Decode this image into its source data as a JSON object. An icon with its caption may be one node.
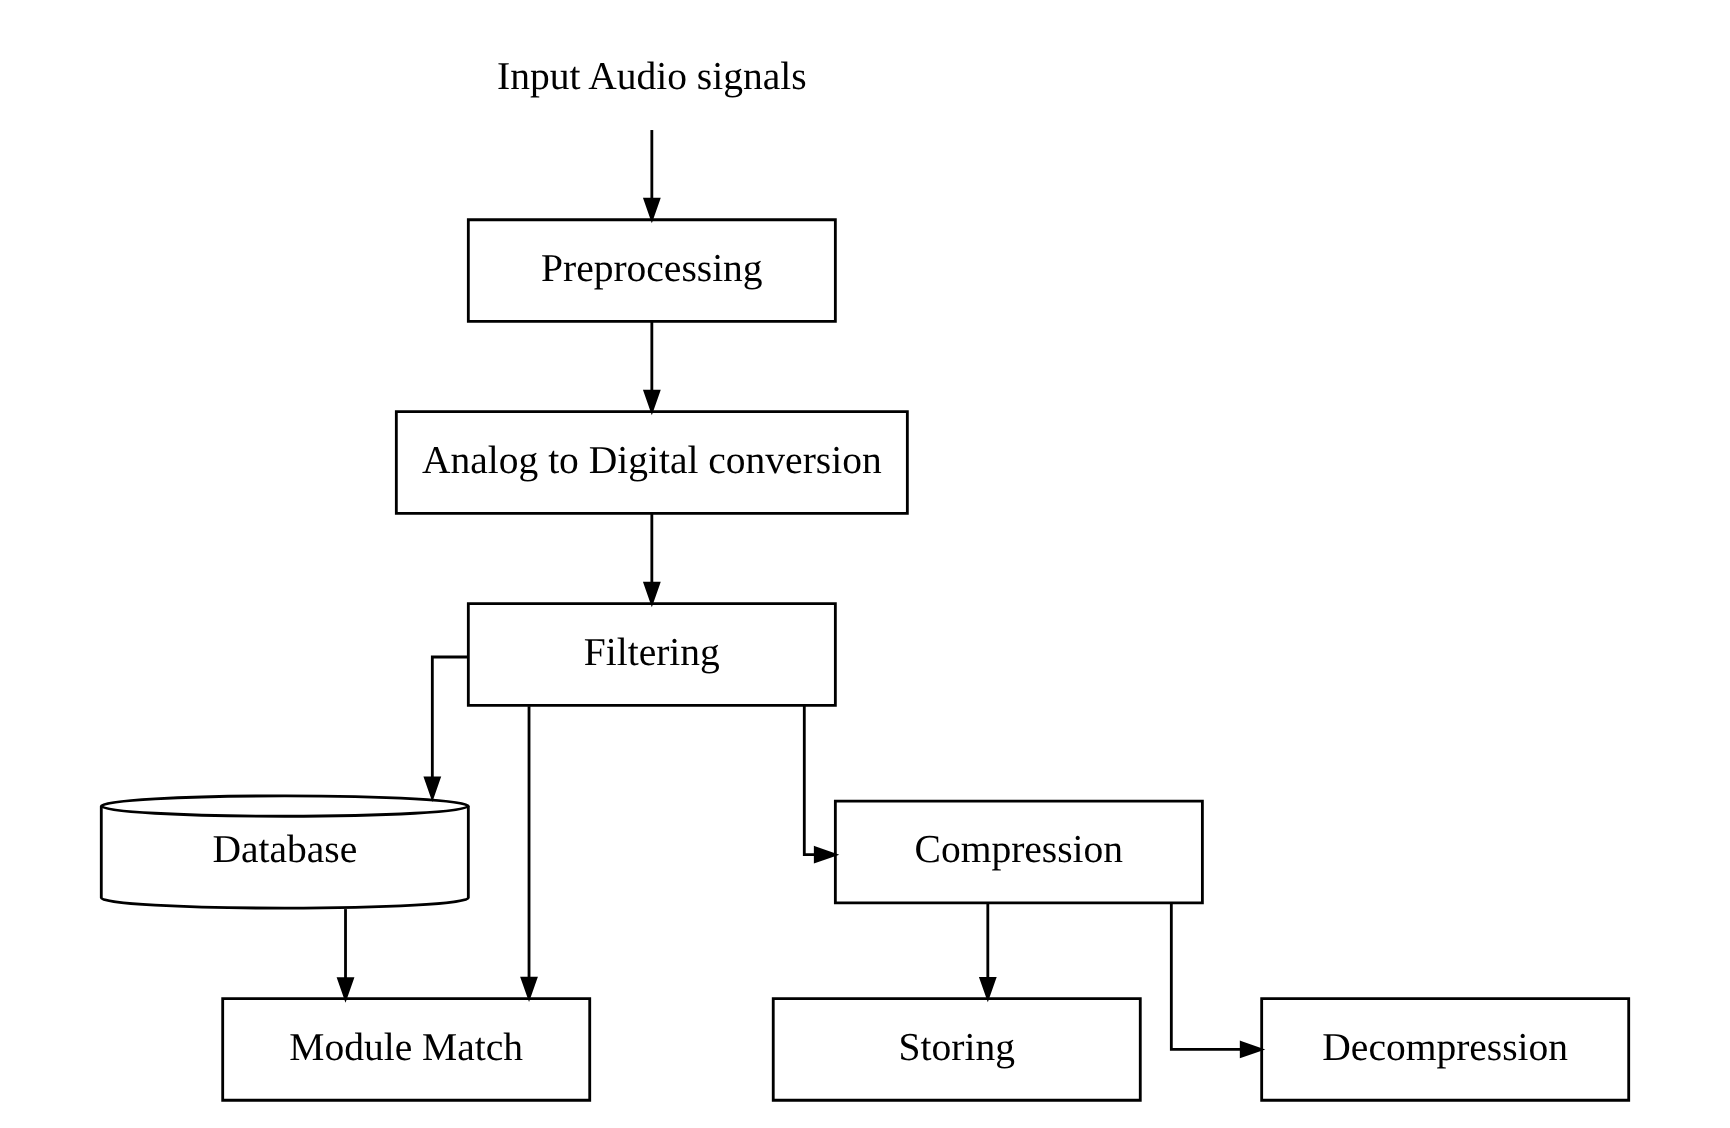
{
  "diagram": {
    "nodes": [
      {
        "text": [
          "Input Audio signals"
        ]
      },
      {
        "text": [
          "Preprocessing"
        ]
      },
      {
        "text": [
          "Analog to Digital conversion"
        ]
      },
      {
        "text": [
          "Filtering"
        ]
      },
      {
        "text": [
          "Database"
        ]
      },
      {
        "text": [
          "Compression"
        ]
      },
      {
        "text": [
          "Module Match"
        ]
      },
      {
        "text": [
          "Storing"
        ]
      },
      {
        "text": [
          "Decompression"
        ]
      }
    ],
    "edges": [
      {
        "from": 0,
        "to": 1,
        "arrow": "to"
      },
      {
        "from": 1,
        "to": 2,
        "arrow": "to"
      },
      {
        "from": 2,
        "to": 3,
        "arrow": "to"
      },
      {
        "from": 3,
        "to": 6,
        "arrow": "to"
      },
      {
        "from": 3,
        "to": 4,
        "arrow": "to"
      },
      {
        "from": 3,
        "to": 5,
        "arrow": "to"
      },
      {
        "from": 4,
        "to": 6,
        "arrow": "to"
      },
      {
        "from": 5,
        "to": 7,
        "arrow": "to"
      },
      {
        "from": 5,
        "to": 8,
        "arrow": "to"
      }
    ]
  }
}
